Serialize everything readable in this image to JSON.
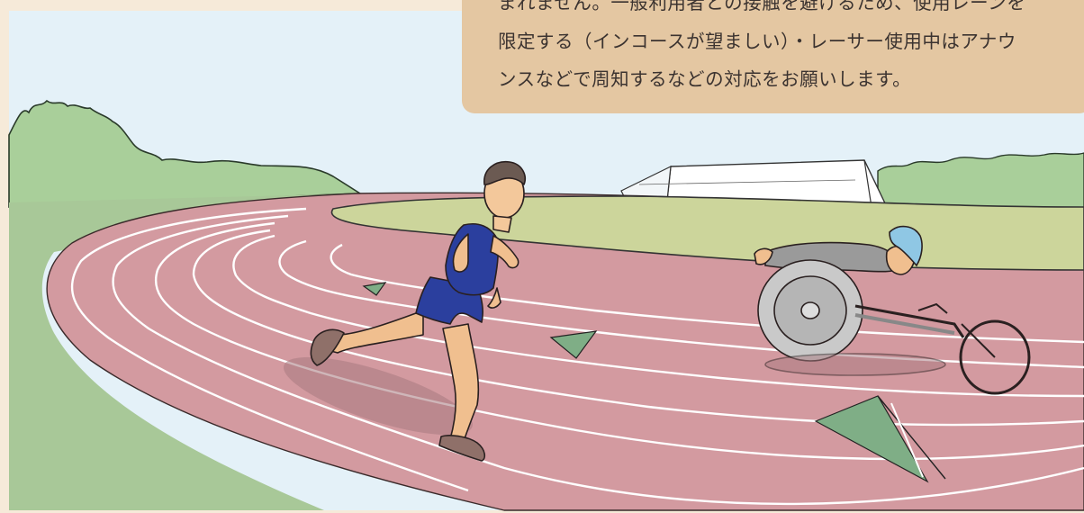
{
  "notice": {
    "lines": [
      "まれません。一般利用者との接触を避けるため、使用レーンを",
      "限定する（インコースが望ましい）・レーサー使用中はアナウ",
      "ンスなどで周知するなどの対応をお願いします。"
    ]
  },
  "colors": {
    "page_background": "#f6ead9",
    "sky": "#e4f1f8",
    "track": "#d39aa0",
    "infield": "#ccd59b",
    "grass": "#a8c898",
    "trees": "#a9cf9a",
    "runner_uniform": "#2b3f9e",
    "helmet": "#8fc7e4",
    "note_box": "#e4c7a2"
  },
  "scene_elements": [
    "sky",
    "tree-line",
    "stadium-building",
    "running-track",
    "infield",
    "grass-bank",
    "runner",
    "wheelchair-racer",
    "lane-markers"
  ]
}
